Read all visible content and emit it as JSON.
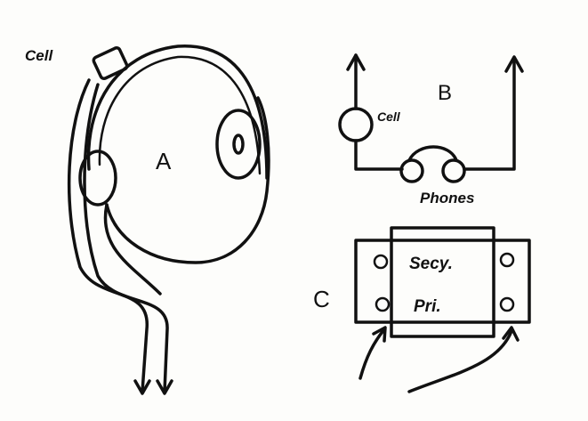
{
  "figure_a": {
    "label": "A",
    "cell_label": "Cell"
  },
  "figure_b": {
    "label": "B",
    "cell_label": "Cell",
    "phones_label": "Phones"
  },
  "figure_c": {
    "label": "C",
    "secondary_label": "Secy.",
    "primary_label": "Pri."
  }
}
